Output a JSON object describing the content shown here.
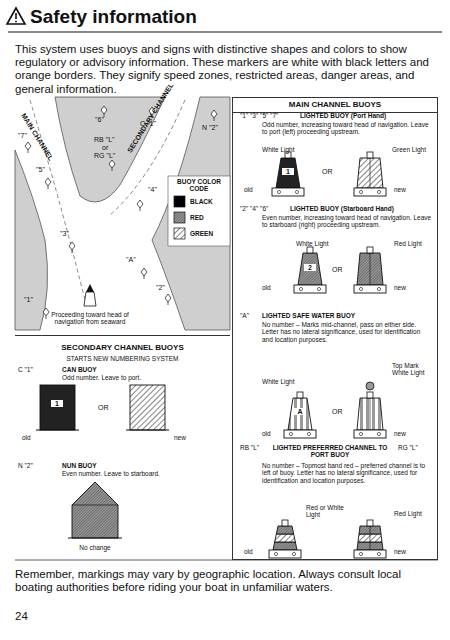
{
  "diagram": {
    "title": "Safety information",
    "nodes": [
      {
        "text": [
          "MAIN CHANNEL BUOYS"
        ]
      },
      {
        "text": [
          "SECONDARY CHANNEL BUOYS",
          "STARTS NEW NUMBERING SYSTEM"
        ]
      }
    ],
    "labels": [
      "This system uses buoys and signs with distinctive shapes and colors to show regulatory or advisory information. These markers are white with black letters and orange borders. They signify speed zones, restricted areas, danger areas, and general information.",
      "\"7\"",
      "MAIN CHANNEL",
      "\"6\"",
      "C \"1\"",
      "N \"2\"",
      "RB \"L\"",
      "or",
      "RG \"L\"",
      "SECONDARY CHANNEL",
      "\"5\"",
      "BUOY COLOR CODE",
      "\"4\"",
      "\"3\"",
      "\"A\"",
      "\"2\"",
      "\"1\"",
      "Proceeding toward head of navigation from seaward",
      "C \"1\"",
      "CAN BUOY",
      "Odd number. Leave to port.",
      "1",
      "OR",
      "old",
      "new",
      "N \"2\"",
      "NUN BUOY",
      "Even number. Leave to starboard.",
      "No change",
      "\"1\" \"3\" \"5\" \"7\"",
      "LIGHTED BUOY (Port Hand)",
      "Odd number, increasing toward head of navigation. Leave to port (left) proceeding upstream.",
      "White Light",
      "Green Light",
      "1",
      "OR",
      "old",
      "new",
      "\"2\" \"4\" \"6\"",
      "LIGHTED BUOY (Starboard Hand)",
      "Even number, increasing toward head of navigation. Leave to starboard (right) proceeding upstream.",
      "White Light",
      "Red Light",
      "2",
      "OR",
      "old",
      "new",
      "\"A\"",
      "LIGHTED SAFE WATER BUOY",
      "No number – Marks mid-channel, pass on either side. Letter has no lateral significance, used for identification and location purposes.",
      "Top Mark White Light",
      "White Light",
      "A",
      "OR",
      "old",
      "new",
      "RB \"L\"",
      "RG \"L\"",
      "LIGHTED PREFERRED CHANNEL TO PORT BUOY",
      "No number – Topmost band red – preferred channel is to left of buoy. Letter has no lateral significance, used for identification and location purposes.",
      "Red or White Light",
      "Red Light",
      "old",
      "new",
      "Remember, markings may vary by geographic location. Always consult local boating authorities before riding your boat in unfamiliar waters.",
      "24"
    ],
    "legend": [
      {
        "text": "BLACK",
        "color": "#000000"
      },
      {
        "text": "RED"
      },
      {
        "text": "GREEN"
      }
    ]
  }
}
